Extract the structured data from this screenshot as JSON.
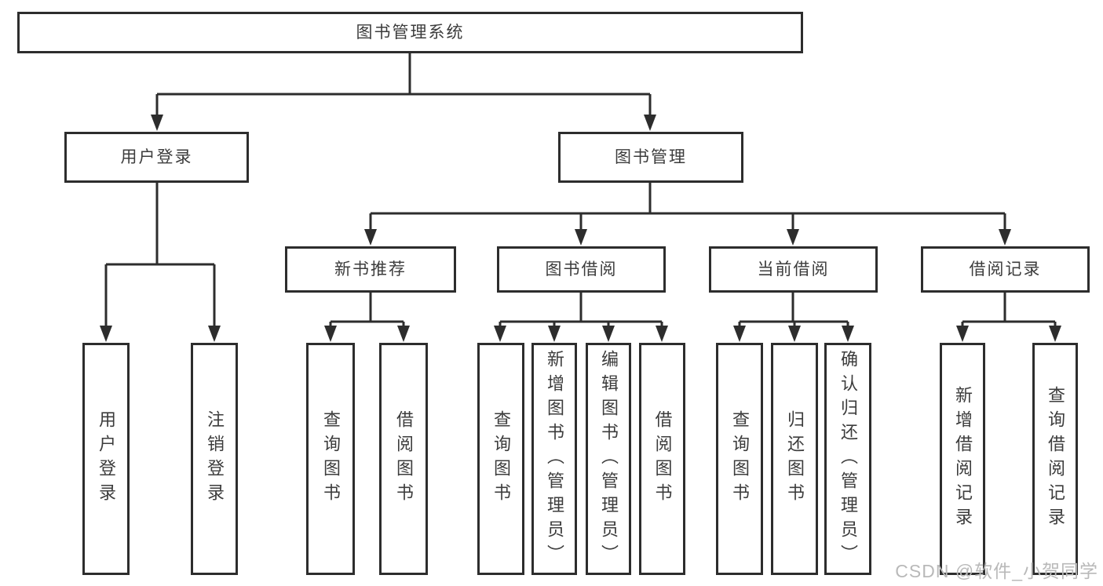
{
  "tree": {
    "root": {
      "label": "图书管理系统"
    },
    "branches": [
      {
        "label": "用户登录",
        "children": [
          {
            "label": "用户登录"
          },
          {
            "label": "注销登录"
          }
        ]
      },
      {
        "label": "图书管理",
        "children": [
          {
            "label": "新书推荐",
            "children": [
              {
                "label": "查询图书"
              },
              {
                "label": "借阅图书"
              }
            ]
          },
          {
            "label": "图书借阅",
            "children": [
              {
                "label": "查询图书"
              },
              {
                "label": "新增图书（管理员）"
              },
              {
                "label": "编辑图书（管理员）"
              },
              {
                "label": "借阅图书"
              }
            ]
          },
          {
            "label": "当前借阅",
            "children": [
              {
                "label": "查询图书"
              },
              {
                "label": "归还图书"
              },
              {
                "label": "确认归还（管理员）"
              }
            ]
          },
          {
            "label": "借阅记录",
            "children": [
              {
                "label": "新增借阅记录"
              },
              {
                "label": "查询借阅记录"
              }
            ]
          }
        ]
      }
    ]
  },
  "watermark": {
    "text": "CSDN @软件_小贺同学"
  },
  "colors": {
    "line": "#2d2d2d",
    "box_border": "#2d2d2d",
    "text": "#3c3c3c",
    "watermark": "#b9b9b9",
    "background": "#ffffff"
  }
}
